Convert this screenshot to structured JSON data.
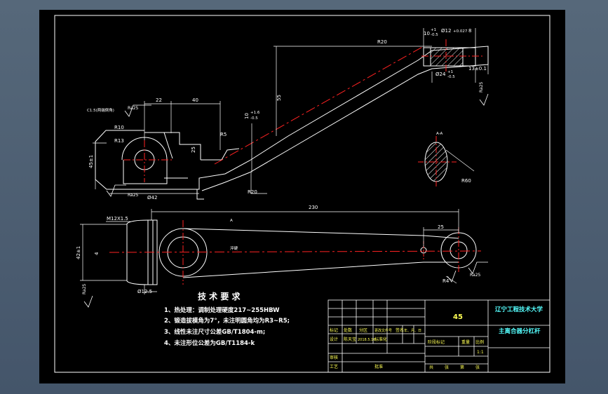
{
  "colors": {
    "background": "#000000",
    "outline": "#ffffff",
    "center_line": "#ff2222",
    "dimension": "#ffffff",
    "hatch": "#ffffff",
    "title_text": "#ffff55",
    "school_text": "#55ffff"
  },
  "dimensions": {
    "d22": "22",
    "d40": "40",
    "d55": "55",
    "d10": "10",
    "dR20_top": "R20",
    "dR10": "R10",
    "dR13": "R13",
    "d451": "45±1",
    "d42": "Ø42",
    "dR5": "R5",
    "dR20": "R20",
    "d25v": "25",
    "d10_tol": "10",
    "d10_tol_up": "+1.6",
    "d10_tol_lo": "-0.5",
    "d10_top": "10",
    "d10_top_up": "+1",
    "d10_top_lo": "-0.5",
    "d12": "Ø12",
    "d12_tol": "+0.027",
    "d8": "8",
    "d24": "Ø24",
    "d24_up": "+1",
    "d24_lo": "-0.5",
    "d13": "13±0.1",
    "d230": "230",
    "d25h": "25",
    "dM12": "M12X1.5",
    "d42_side": "42±1",
    "d4": "4",
    "d12_5": "Ø12.5",
    "d4_bottom": "R4",
    "chamfer": "C1.5(两端倒角)",
    "r_a": "A",
    "section_label": "A-A",
    "dR60": "R60",
    "grind": "淬硬"
  },
  "roughness": {
    "r1": "Ra25",
    "r2": "Ra25",
    "r3": "Ra25",
    "r4": "Ra25",
    "r5": "Ra25",
    "r6": "Ra25"
  },
  "tech": {
    "heading": "技 术 要 求",
    "items": [
      "1、热处理：调制处理硬度217~255HBW",
      "2、锻造拔模角为7°，未注明圆角均为R3~R5;",
      "3、线性未注尺寸公差GB/T1804-m;",
      "4、未注形位公差为GB/T1184-k"
    ]
  },
  "title_block": {
    "material": "45",
    "school": "辽宁工程技术大学",
    "part_name": "主离合器分杠杆",
    "row_marker": "标记",
    "row_count": "处数",
    "row_zone": "分区",
    "row_doc": "更改文件号",
    "row_sign": "签名",
    "row_date": "年、月、日",
    "designer_label": "设计",
    "designer": "陈天宝",
    "designer_date": "2018.5.16",
    "std_label": "标准化",
    "stage_label": "阶段标记",
    "weight_label": "重量",
    "scale_label": "比例",
    "scale": "1:1",
    "review_label": "审核",
    "process_label": "工艺",
    "approve_label": "批准",
    "sheets_total": "共",
    "sheets_label": "张",
    "sheet_no": "第",
    "sheet_label": "张"
  }
}
